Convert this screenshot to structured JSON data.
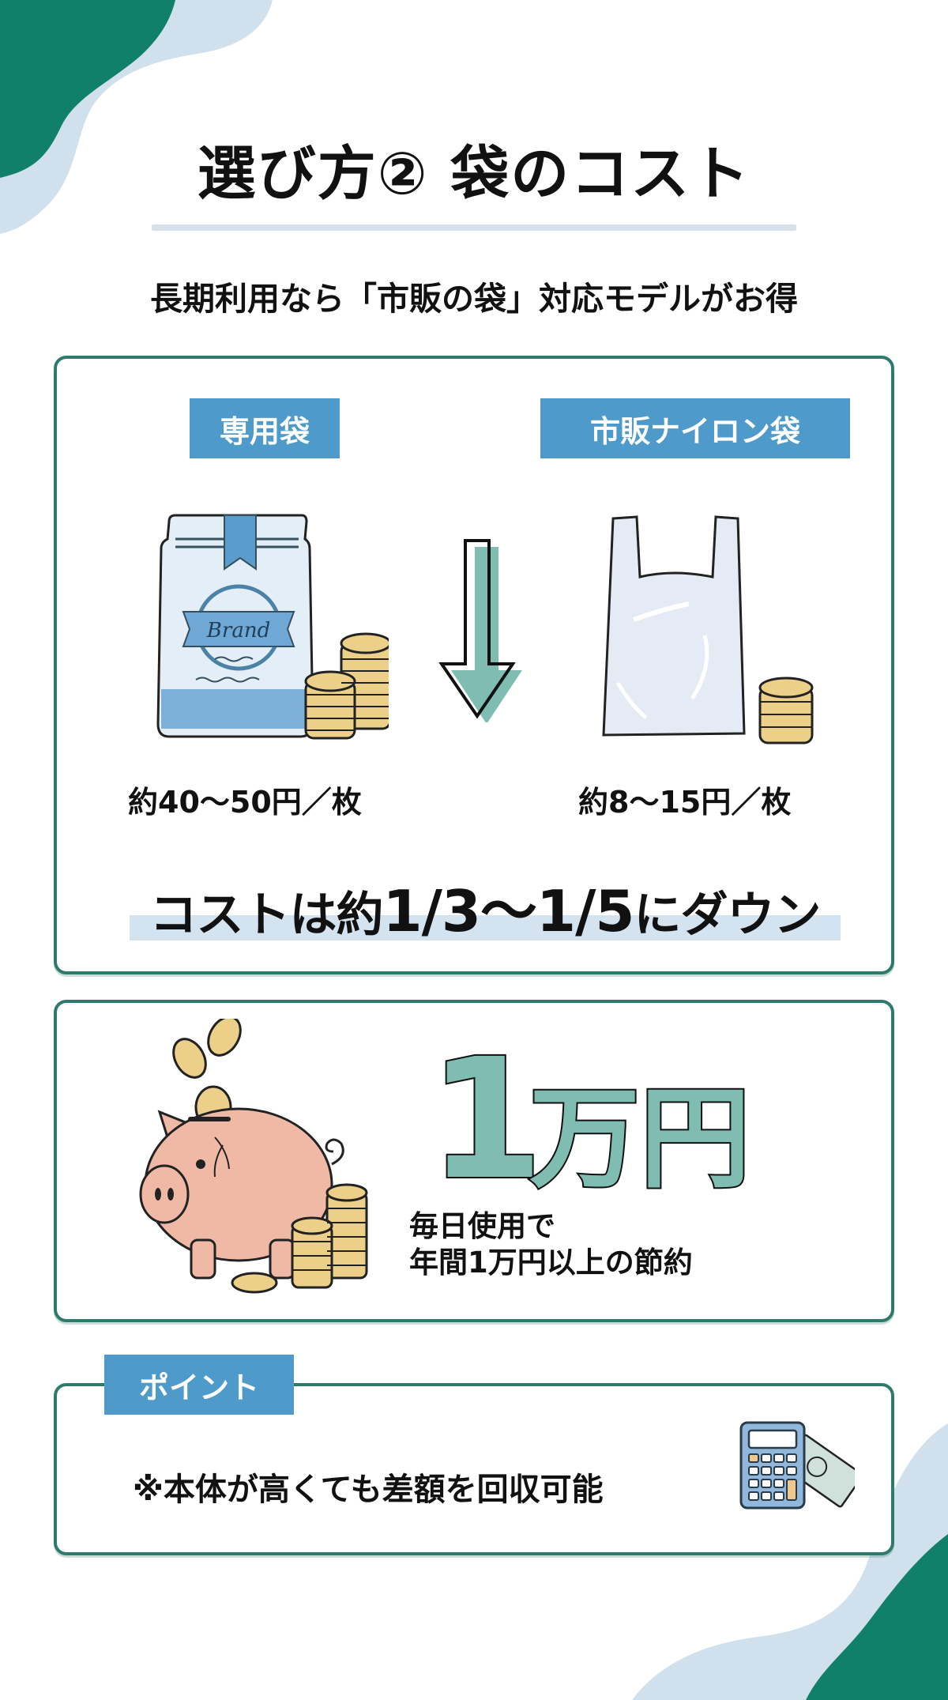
{
  "header": {
    "title": "選び方② 袋のコスト",
    "subtitle": "長期利用なら「市販の袋」対応モデルがお得"
  },
  "comparison": {
    "left": {
      "label": "専用袋",
      "price": "約40〜50円／枚",
      "illustration": "branded-pouch-with-coin-stacks",
      "brand_text": "Brand"
    },
    "right": {
      "label": "市販ナイロン袋",
      "price": "約8〜15円／枚",
      "illustration": "plastic-bag-with-small-coin-stack"
    },
    "arrow_icon": "down-arrow-icon",
    "headline_prefix": "コストは約",
    "headline_fraction": "1/3〜1/5",
    "headline_suffix": "にダウン"
  },
  "savings": {
    "amount_number": "1",
    "amount_unit": "万円",
    "line1": "毎日使用で",
    "line2": "年間1万円以上の節約",
    "illustration": "piggy-bank-with-coins"
  },
  "point": {
    "tag": "ポイント",
    "text": "※本体が高くても差額を回収可能",
    "illustration": "calculator-and-banknote"
  },
  "colors": {
    "brand_green": "#10806a",
    "light_blue_blob": "#d0e0ec",
    "card_border": "#2e7a6b",
    "tag_blue": "#4e9bcb",
    "teal_accent": "#7fbdb3",
    "highlight_bar": "#d3e3ef",
    "coin_gold": "#ecd08a",
    "piggy_pink": "#f0b9a6"
  }
}
